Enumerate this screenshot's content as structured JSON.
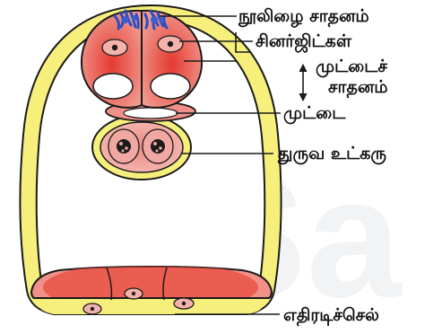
{
  "diagram": {
    "labels": {
      "filiform_apparatus": "நூலிழை சாதனம்",
      "synergids": "சினர்ஜிட்கள்",
      "egg_apparatus_line1": "முட்டைச்",
      "egg_apparatus_line2": "சாதனம்",
      "egg": "முட்டை",
      "polar_nuclei": "துருவ உட்கரு",
      "antipodals": "எதிரடிச்செல்"
    },
    "watermark": "Sa"
  },
  "colors": {
    "wall_yellow": "#f7ef7c",
    "outline": "#1b1b1b",
    "cell_fill": "#ef7f73",
    "cell_center": "#e0382f",
    "nucleus_fill": "#f3b2ad",
    "filiform_blue": "#2c4ec0",
    "vacuole": "#ffffff"
  }
}
